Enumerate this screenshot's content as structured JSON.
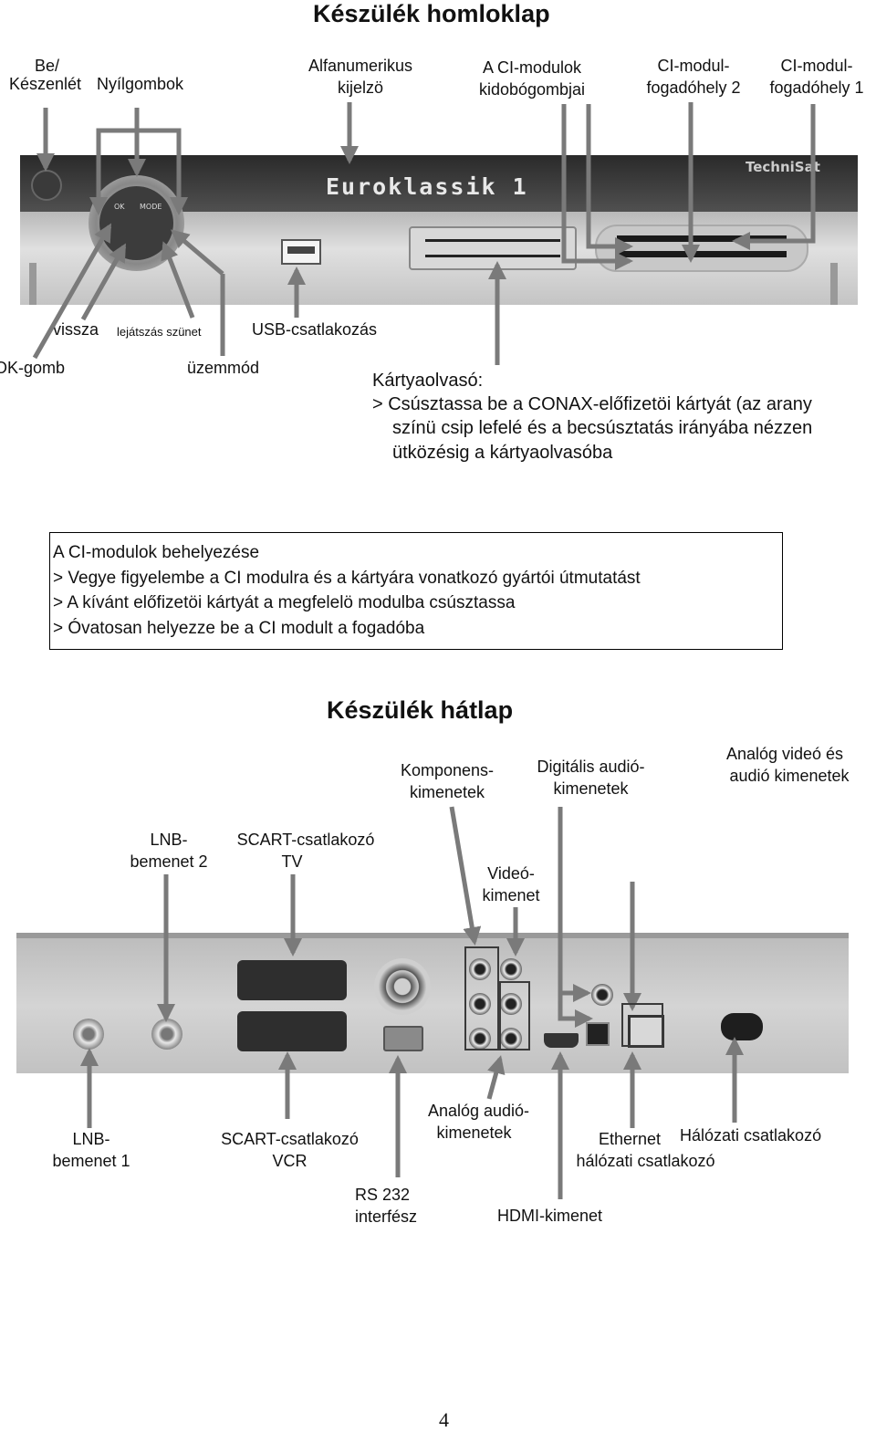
{
  "front": {
    "title": "Készülék homloklap",
    "labels": {
      "power": [
        "Be/",
        "Készenlét"
      ],
      "arrows": "Nyílgombok",
      "display": [
        "Alfanumerikus",
        "kijelzö"
      ],
      "eject": [
        "A CI-modulok",
        "kidobógombjai"
      ],
      "slot2": [
        "CI-modul-",
        "fogadóhely 2"
      ],
      "slot1": [
        "CI-modul-",
        "fogadóhely 1"
      ],
      "back": "vissza",
      "playpause": "lejátszás szünet",
      "usb": "USB-csatlakozás",
      "ok": "OK-gomb",
      "mode": "üzemmód"
    },
    "device": {
      "display_text": "Euroklassik 1",
      "brand": "TechniSat",
      "ok_key": "OK",
      "mode_key": "MODE"
    },
    "card_reader": {
      "heading": "Kártyaolvasó:",
      "lines": [
        "> Csúsztassa be a CONAX-előfizetöi kártyát (az arany",
        "színü csip lefelé és a becsúsztatás irányába nézzen",
        "ütközésig a kártyaolvasóba"
      ]
    }
  },
  "note": {
    "lines": [
      "A CI-modulok behelyezése",
      "> Vegye figyelembe a CI modulra és a kártyára vonatkozó gyártói útmutatást",
      "> A kívánt előfizetöi kártyát a megfelelö modulba csúsztassa",
      "> Óvatosan helyezze be a CI modult a fogadóba"
    ]
  },
  "rear": {
    "title": "Készülék hátlap",
    "labels": {
      "component": [
        "Komponens-",
        "kimenetek"
      ],
      "digital_audio": [
        "Digitális audió-",
        "kimenetek"
      ],
      "analog_av": [
        "Analóg videó és",
        "audió kimenetek"
      ],
      "lnb2": [
        "LNB-",
        "bemenet 2"
      ],
      "scart_tv": [
        "SCART-csatlakozó",
        "TV"
      ],
      "video_out": [
        "Videó-",
        "kimenet"
      ],
      "lnb1": [
        "LNB-",
        "bemenet 1"
      ],
      "scart_vcr": [
        "SCART-csatlakozó",
        "VCR"
      ],
      "analog_audio": [
        "Analóg audió-",
        "kimenetek"
      ],
      "ethernet": [
        "Ethernet",
        "hálózati csatlakozó"
      ],
      "power_socket": "Hálózati csatlakozó",
      "rs232": [
        "RS 232",
        "interfész"
      ],
      "hdmi": "HDMI-kimenet"
    }
  },
  "page_number": "4",
  "colors": {
    "arrow": "#7a7a7a",
    "frame": "#3a3a3a",
    "rear_panel": "#c8c8c8"
  }
}
